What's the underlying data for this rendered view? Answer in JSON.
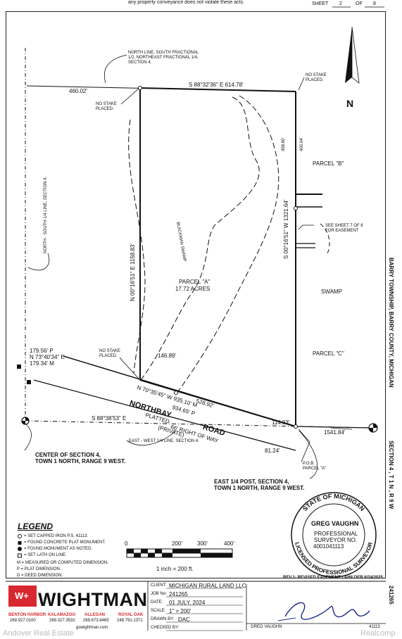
{
  "header": {
    "top_note": "any property conveyance does not violate these acts.",
    "sheet_label": "SHEET",
    "sheet_num": "2",
    "of_label": "OF",
    "sheet_total": "8"
  },
  "north_arrow": {
    "label": "N"
  },
  "plat": {
    "north_line_note": "NORTH LINE, SOUTH FRACTIONAL 1/2, NORTHEAST FRACTIONAL 1/4, SECTION 4.",
    "dist_460": "460.02'",
    "bearing_top": "S 88°32'36\" E  614.78'",
    "no_stake_1": "NO STAKE PLACED.",
    "no_stake_2": "NO STAKE PLACED.",
    "no_stake_3": "NO STAKE PLACED.",
    "ns_quarter_line": "NORTH - SOUTH 1/4 LINE, SECTION 4.",
    "blackman_swamp": "BLACKMAN SWAMP",
    "parcel_a": "PARCEL \"A\"",
    "parcel_a_acres": "17.72 ACRES",
    "west_bearing": "N 00°16'51\" E  1158.83'",
    "east_bearing": "S 00°16'51\" W  1321.64'",
    "dist_458": "458.60'",
    "dist_400": "400.04'",
    "parcel_b": "PARCEL \"B\"",
    "see_sheet": "SEE SHEET 7 OF 8 FOR EASEMENT",
    "swamp": "SWAMP",
    "parcel_c": "PARCEL \"C\"",
    "d179p": "179.56' P",
    "bearing_nw": "N 73°40'34\" E",
    "d179m": "179.34' M",
    "d146": "146.89'",
    "bearing_road": "N 70°35'45\" W  935.10' M",
    "d934p": "934.65' P",
    "d528": "528.92'",
    "road_name_1": "NORTHBAY",
    "road_name_2": "ROAD",
    "platted": "PLATTED",
    "row": "66' RIGHT OF WAY",
    "private": "(PRIVATE)",
    "bearing_ew": "S 88°38'53\" E",
    "d114": "114.93'",
    "d1541": "1541.84'",
    "d81": "81.24'",
    "ew_quarter_line": "EAST - WEST 1/4 LINE, SECTION 4.",
    "pob_1": "P.O.B.",
    "pob_2": "PARCEL \"A\"",
    "center_1": "CENTER OF SECTION 4,",
    "center_2": "TOWN 1 NORTH, RANGE 9 WEST.",
    "east_post_1": "EAST 1/4 POST, SECTION 4,",
    "east_post_2": "TOWN 1 NORTH, RANGE 9 WEST."
  },
  "side_text": {
    "township": "BARRY TOWNSHIP, BARRY COUNTY, MICHIGAN",
    "section": "SECTION  4 ,  T 1 N ,  R 9 W",
    "job": "241265"
  },
  "legend": {
    "title": "LEGEND",
    "items": [
      "= SET CAPPED IRON P.S. 41113.",
      "= FOUND CONCRETE PLAT MONUMENT.",
      "= FOUND MONUMENT AS NOTED.",
      "= SET LATH ON LINE.",
      "M = MEASURED OR COMPUTED DIMENSION.",
      "P = PLAT DIMENSION.",
      "D = DEED DIMENSION."
    ]
  },
  "scale_bar": {
    "ticks": [
      "0",
      "200'",
      "300'",
      "400'"
    ],
    "note": "1 inch = 200  ft."
  },
  "seal": {
    "ring_top": "STATE OF MICHIGAN",
    "ring_bottom": "LICENSED PROFESSIONAL SURVEYOR",
    "name": "GREG VAUGHN",
    "line1": "PROFESSIONAL",
    "line2": "SURVEYOR NO.",
    "number": "4001041113"
  },
  "revision": "REV.1- REVISED EASEMENT - AHILDER 6/24/2025",
  "title_block": {
    "client_label": "CLIENT:",
    "client": "MICHIGAN RURAL LAND LLC",
    "job_label": "JOB No:",
    "job": "241265",
    "date_label": "DATE:",
    "date": "01 JULY, 2024",
    "scale_label": "SCALE:",
    "scale": "1\" = 200'",
    "drawn_label": "DRAWN BY:",
    "drawn": "DAC",
    "checked_label": "CHECKED BY:",
    "surveyor": "GREG VAUGHN",
    "license": "41113"
  },
  "company": {
    "name": "WIGHTMAN",
    "logo_mark": "W+",
    "offices": [
      {
        "city": "BENTON HARBOR",
        "phone": "269.927.0100"
      },
      {
        "city": "KALAMAZOO",
        "phone": "269.327.3532"
      },
      {
        "city": "ALLEGAN",
        "phone": "269.673.8465"
      },
      {
        "city": "ROYAL OAK",
        "phone": "248.791.1371"
      }
    ],
    "web": "gowightman.com"
  },
  "watermarks": {
    "left": "Andover Real Estate",
    "right": "Realcomp"
  },
  "colors": {
    "brand_red": "#d8282f",
    "ink": "#111111",
    "grey": "#bdbdbd"
  }
}
